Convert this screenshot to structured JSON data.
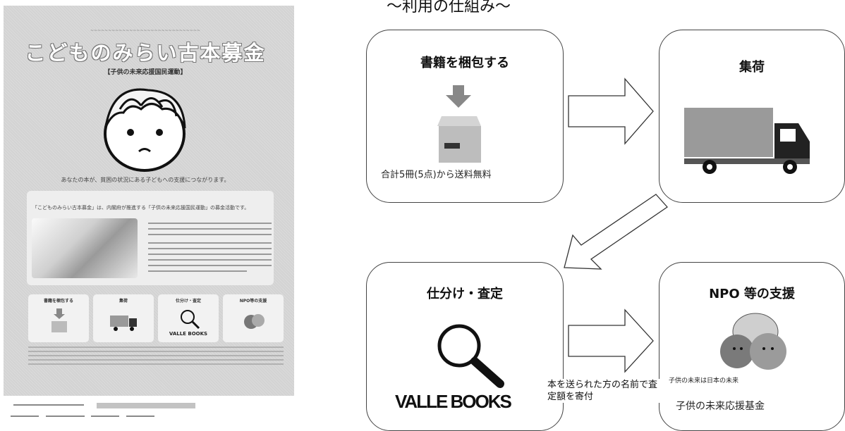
{
  "poster": {
    "top_line": "~~~~~~~~~~~~~~~~~~~~~~~~~~~~~~~",
    "title": "こどものみらい古本募金",
    "subtitle": "【子供の未来応援国民運動】",
    "tagline": "あなたの本が、貧困の状況にある子どもへの支援につながります。",
    "panel_heading": "「こどものみらい古本募金」は、内閣府が推進する「子供の未来応援国民運動」の募金活動です。",
    "steps": [
      "書籍を梱包する",
      "集荷",
      "仕分け・査定",
      "NPO等の支援"
    ],
    "step_logo": "VALLE BOOKS"
  },
  "flow": {
    "heading": "〜利用の仕組み〜",
    "cards": [
      {
        "title": "書籍を梱包する",
        "caption": "合計5冊(5点)から送料無料"
      },
      {
        "title": "集荷"
      },
      {
        "title": "仕分け・査定",
        "logo": "VALLE BOOKS"
      },
      {
        "title": "NPO 等の支援",
        "badge": "子供の未来は日本の未来",
        "caption": "子供の未来応援基金"
      }
    ],
    "donation_note": "本を送られた方の名前で査定額を寄付"
  },
  "colors": {
    "box": "#bdbdbd",
    "truck": "#9a9a9a",
    "arrow_down": "#888888"
  }
}
